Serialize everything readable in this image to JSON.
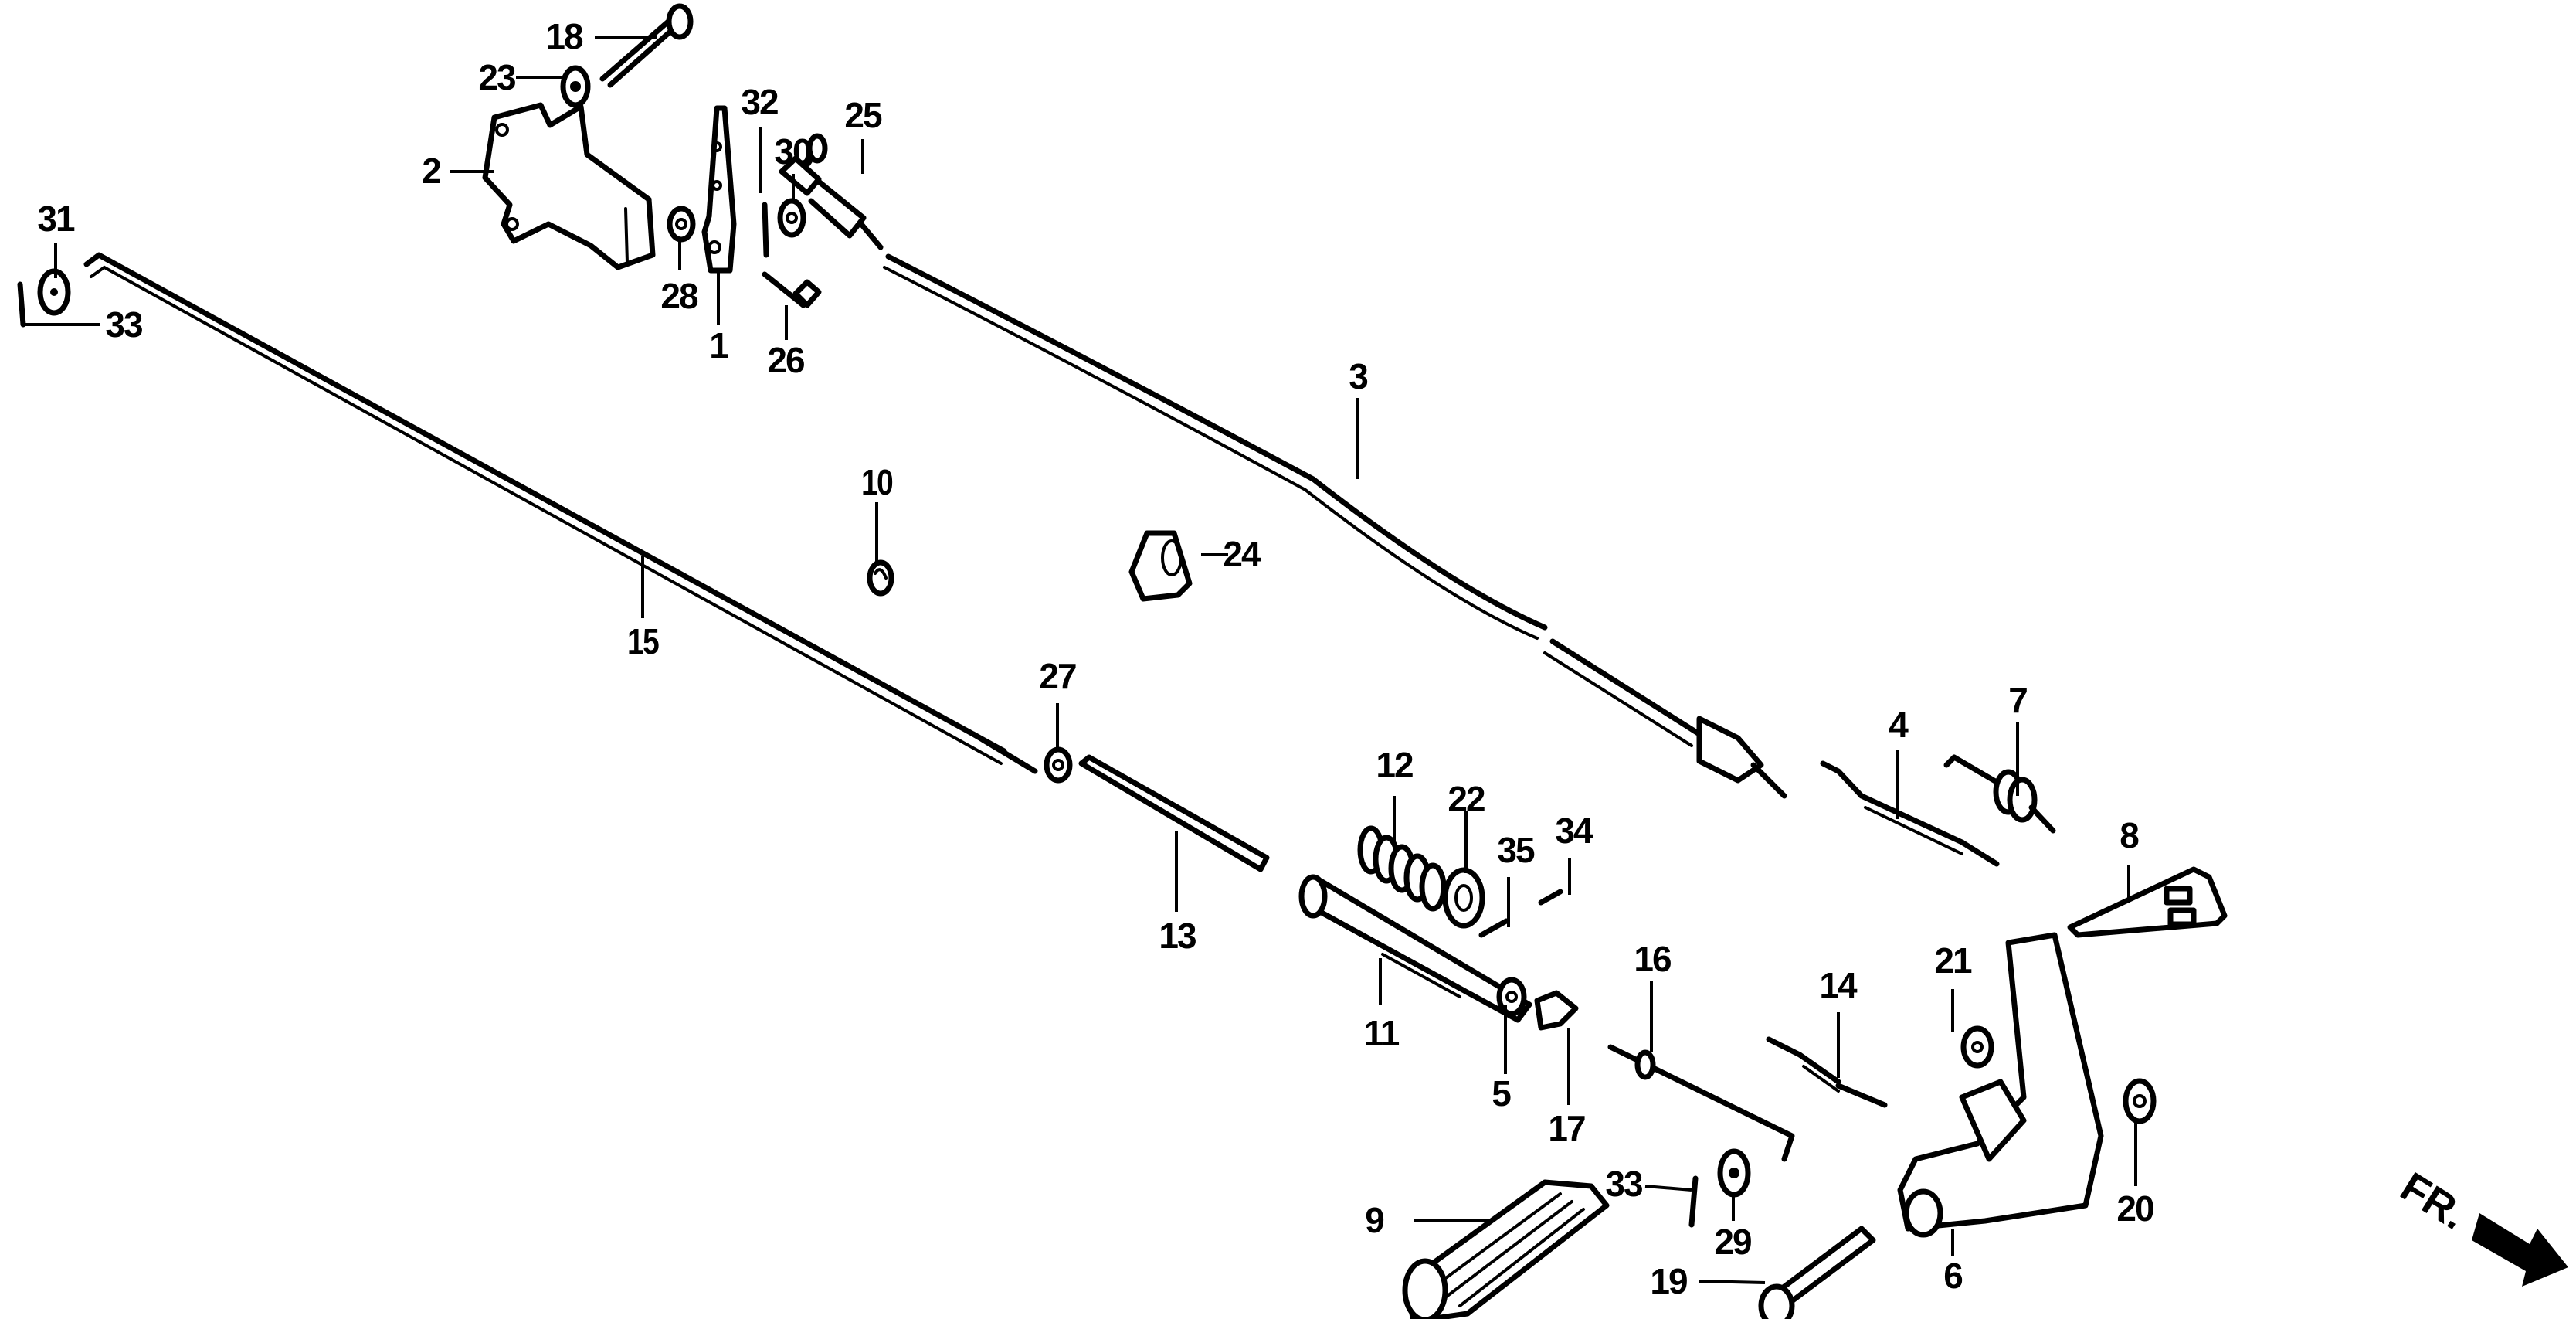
{
  "diagram": {
    "title": "Parts diagram — brake / clutch pedal linkage (exploded view)",
    "direction_indicator": {
      "text": "FR.",
      "icon": "arrow-down-right-icon"
    },
    "callouts": [
      {
        "id": "1",
        "label": "1"
      },
      {
        "id": "2",
        "label": "2"
      },
      {
        "id": "3",
        "label": "3"
      },
      {
        "id": "4",
        "label": "4"
      },
      {
        "id": "5",
        "label": "5"
      },
      {
        "id": "6",
        "label": "6"
      },
      {
        "id": "7",
        "label": "7"
      },
      {
        "id": "8",
        "label": "8"
      },
      {
        "id": "9",
        "label": "9"
      },
      {
        "id": "10",
        "label": "10"
      },
      {
        "id": "11",
        "label": "11"
      },
      {
        "id": "12",
        "label": "12"
      },
      {
        "id": "13",
        "label": "13"
      },
      {
        "id": "14",
        "label": "14"
      },
      {
        "id": "15",
        "label": "15"
      },
      {
        "id": "16",
        "label": "16"
      },
      {
        "id": "17",
        "label": "17"
      },
      {
        "id": "18",
        "label": "18"
      },
      {
        "id": "19",
        "label": "19"
      },
      {
        "id": "20",
        "label": "20"
      },
      {
        "id": "21",
        "label": "21"
      },
      {
        "id": "22",
        "label": "22"
      },
      {
        "id": "23",
        "label": "23"
      },
      {
        "id": "24",
        "label": "24"
      },
      {
        "id": "25",
        "label": "25"
      },
      {
        "id": "26",
        "label": "26"
      },
      {
        "id": "27",
        "label": "27"
      },
      {
        "id": "28",
        "label": "28"
      },
      {
        "id": "29",
        "label": "29"
      },
      {
        "id": "30",
        "label": "30"
      },
      {
        "id": "31",
        "label": "31"
      },
      {
        "id": "32",
        "label": "32"
      },
      {
        "id": "33a",
        "label": "33"
      },
      {
        "id": "33b",
        "label": "33"
      },
      {
        "id": "34",
        "label": "34"
      },
      {
        "id": "35",
        "label": "35"
      }
    ]
  }
}
